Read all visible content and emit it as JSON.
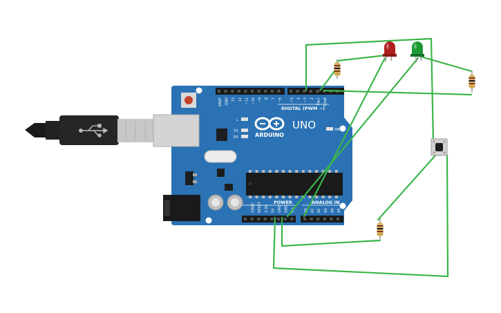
{
  "board": {
    "model": "UNO",
    "brand": "ARDUINO",
    "digital_header": "DIGITAL (PWM ~)",
    "power_header": "POWER",
    "analog_header": "ANALOG IN",
    "indicator_l": "L",
    "indicator_tx": "TX",
    "indicator_rx": "RX",
    "indicator_on": "ON",
    "digital_pins": [
      "AREF",
      "GND",
      "13",
      "12",
      "~11",
      "~10",
      "~9",
      "8",
      "7",
      "~6",
      "~5",
      "4",
      "~3",
      "2",
      "TX▸1",
      "RX◂0"
    ],
    "power_pins": [
      "IOREF",
      "RESET",
      "3.3V",
      "5V",
      "GND",
      "GND",
      "Vin"
    ],
    "analog_pins": [
      "A0",
      "A1",
      "A2",
      "A3",
      "A4",
      "A5"
    ],
    "board_color": "#2a72b4"
  },
  "components": {
    "led_red_color": "#b01e1e",
    "led_green_color": "#1e9a35",
    "wire_color": "#3bb54a"
  }
}
